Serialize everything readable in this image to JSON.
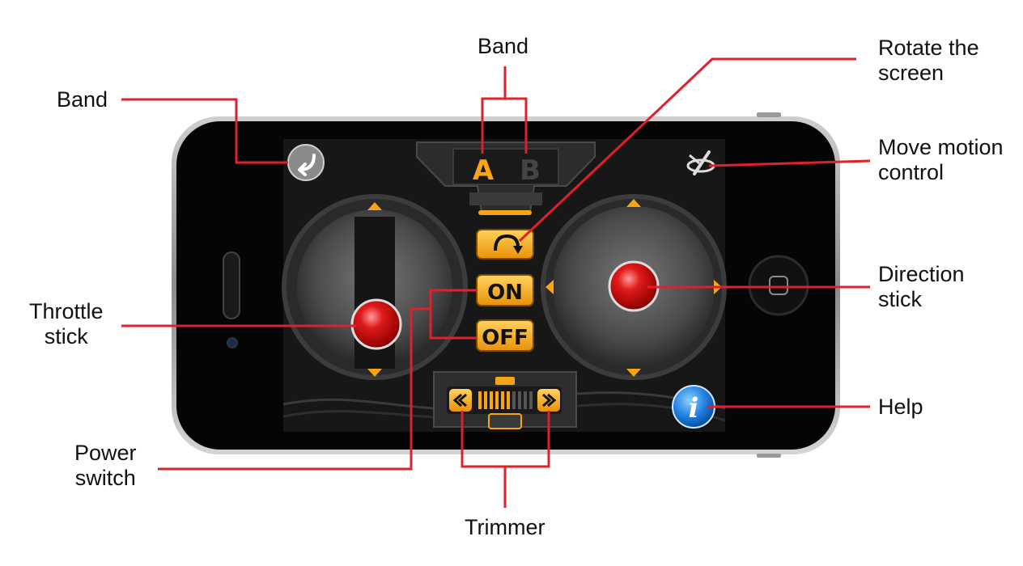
{
  "labels": {
    "band_top": "Band",
    "band_left": "Band",
    "rotate": [
      "Rotate the",
      "screen"
    ],
    "move_motion": [
      "Move motion",
      "control"
    ],
    "throttle": [
      "Throttle",
      "stick"
    ],
    "direction": [
      "Direction",
      "stick"
    ],
    "power": [
      "Power",
      "switch"
    ],
    "help": "Help",
    "trimmer": "Trimmer"
  },
  "controls": {
    "band_a": "A",
    "band_b": "B",
    "on": "ON",
    "off": "OFF",
    "info": "i"
  },
  "colors": {
    "leader_line": "#e0202a",
    "accent_orange": "#f7a416",
    "stick_red": "#e01a1a",
    "info_blue": "#1f7fe0"
  }
}
